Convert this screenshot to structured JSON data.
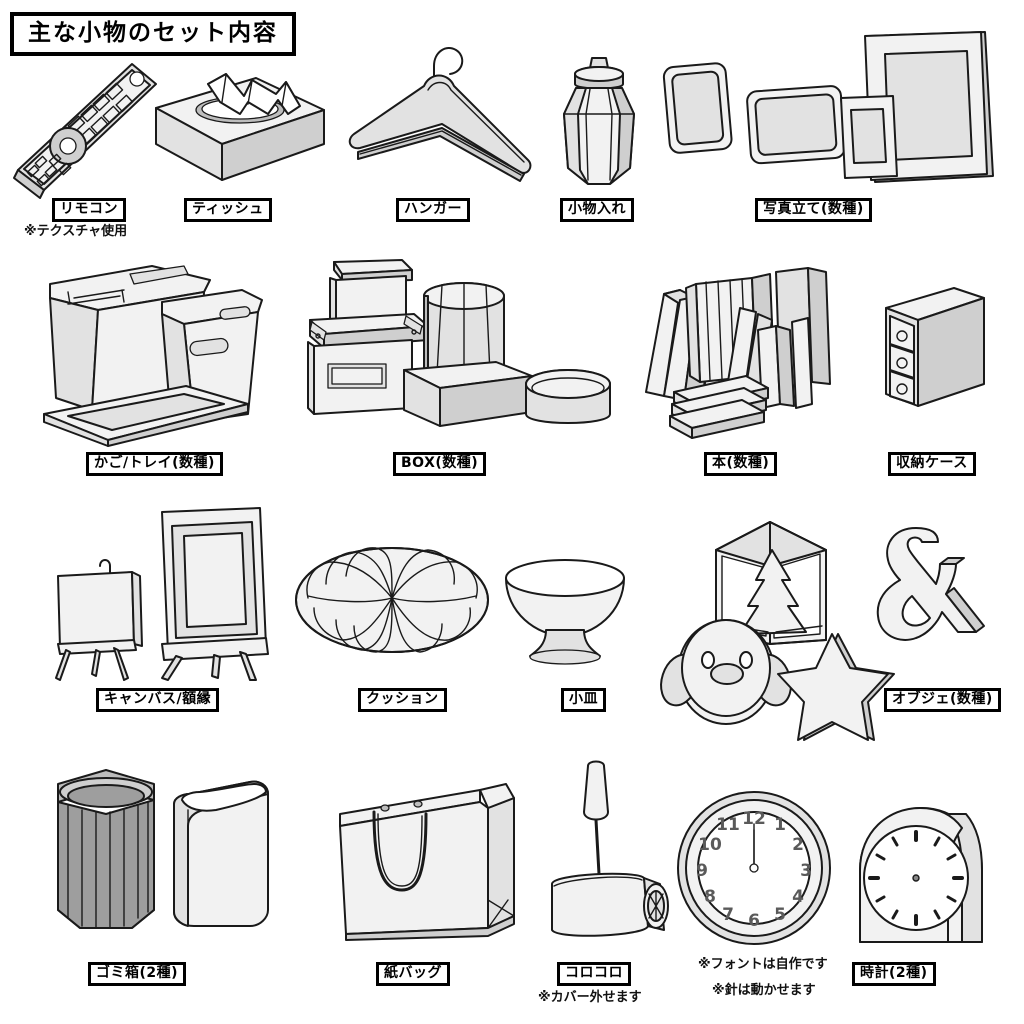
{
  "sheet": {
    "title": "主な小物のセット内容",
    "background_color": "#ffffff",
    "line_color": "#1a1a1a"
  },
  "rows": [
    {
      "index": 1,
      "items": [
        {
          "label": "リモコン",
          "note": "※テクスチャ使用",
          "icon": "tv-remote-icon"
        },
        {
          "label": "ティッシュ",
          "note": "",
          "icon": "tissue-box-icon"
        },
        {
          "label": "ハンガー",
          "note": "",
          "icon": "clothes-hanger-icon"
        },
        {
          "label": "小物入れ",
          "note": "",
          "icon": "lidded-jar-icon"
        },
        {
          "label": "写真立て(数種)",
          "note": "",
          "icon": "photo-frames-icon"
        }
      ]
    },
    {
      "index": 2,
      "items": [
        {
          "label": "かご/トレイ(数種)",
          "note": "",
          "icon": "basket-tray-icon"
        },
        {
          "label": "BOX(数種)",
          "note": "",
          "icon": "storage-boxes-icon"
        },
        {
          "label": "本(数種)",
          "note": "",
          "icon": "books-icon"
        },
        {
          "label": "収納ケース",
          "note": "",
          "icon": "drawer-case-icon"
        }
      ]
    },
    {
      "index": 3,
      "items": [
        {
          "label": "キャンバス/額縁",
          "note": "",
          "icon": "canvas-frame-icon"
        },
        {
          "label": "クッション",
          "note": "",
          "icon": "cushion-icon"
        },
        {
          "label": "小皿",
          "note": "",
          "icon": "small-dish-icon"
        },
        {
          "label": "オブジェ(数種)",
          "note": "",
          "icon": "objet-icon"
        }
      ]
    },
    {
      "index": 4,
      "items": [
        {
          "label": "ゴミ箱(2種)",
          "note": "",
          "icon": "trash-bins-icon"
        },
        {
          "label": "紙バッグ",
          "note": "",
          "icon": "paper-bag-icon"
        },
        {
          "label": "コロコロ",
          "note": "※カバー外せます",
          "icon": "lint-roller-icon"
        },
        {
          "label": "時計(2種)",
          "note": "",
          "icon": "clocks-icon"
        }
      ]
    }
  ],
  "clock_notes": {
    "line1": "※フォントは自作です",
    "line2": "※針は動かせます"
  },
  "clock_face": {
    "numerals": [
      "1",
      "2",
      "3",
      "4",
      "5",
      "6",
      "7",
      "8",
      "9",
      "10",
      "11",
      "12"
    ],
    "time_shown": "12:00"
  },
  "labels_flat": [
    "リモコン",
    "ティッシュ",
    "ハンガー",
    "小物入れ",
    "写真立て(数種)",
    "かご/トレイ(数種)",
    "BOX(数種)",
    "本(数種)",
    "収納ケース",
    "キャンバス/額縁",
    "クッション",
    "小皿",
    "オブジェ(数種)",
    "ゴミ箱(2種)",
    "紙バッグ",
    "コロコロ",
    "時計(2種)"
  ]
}
